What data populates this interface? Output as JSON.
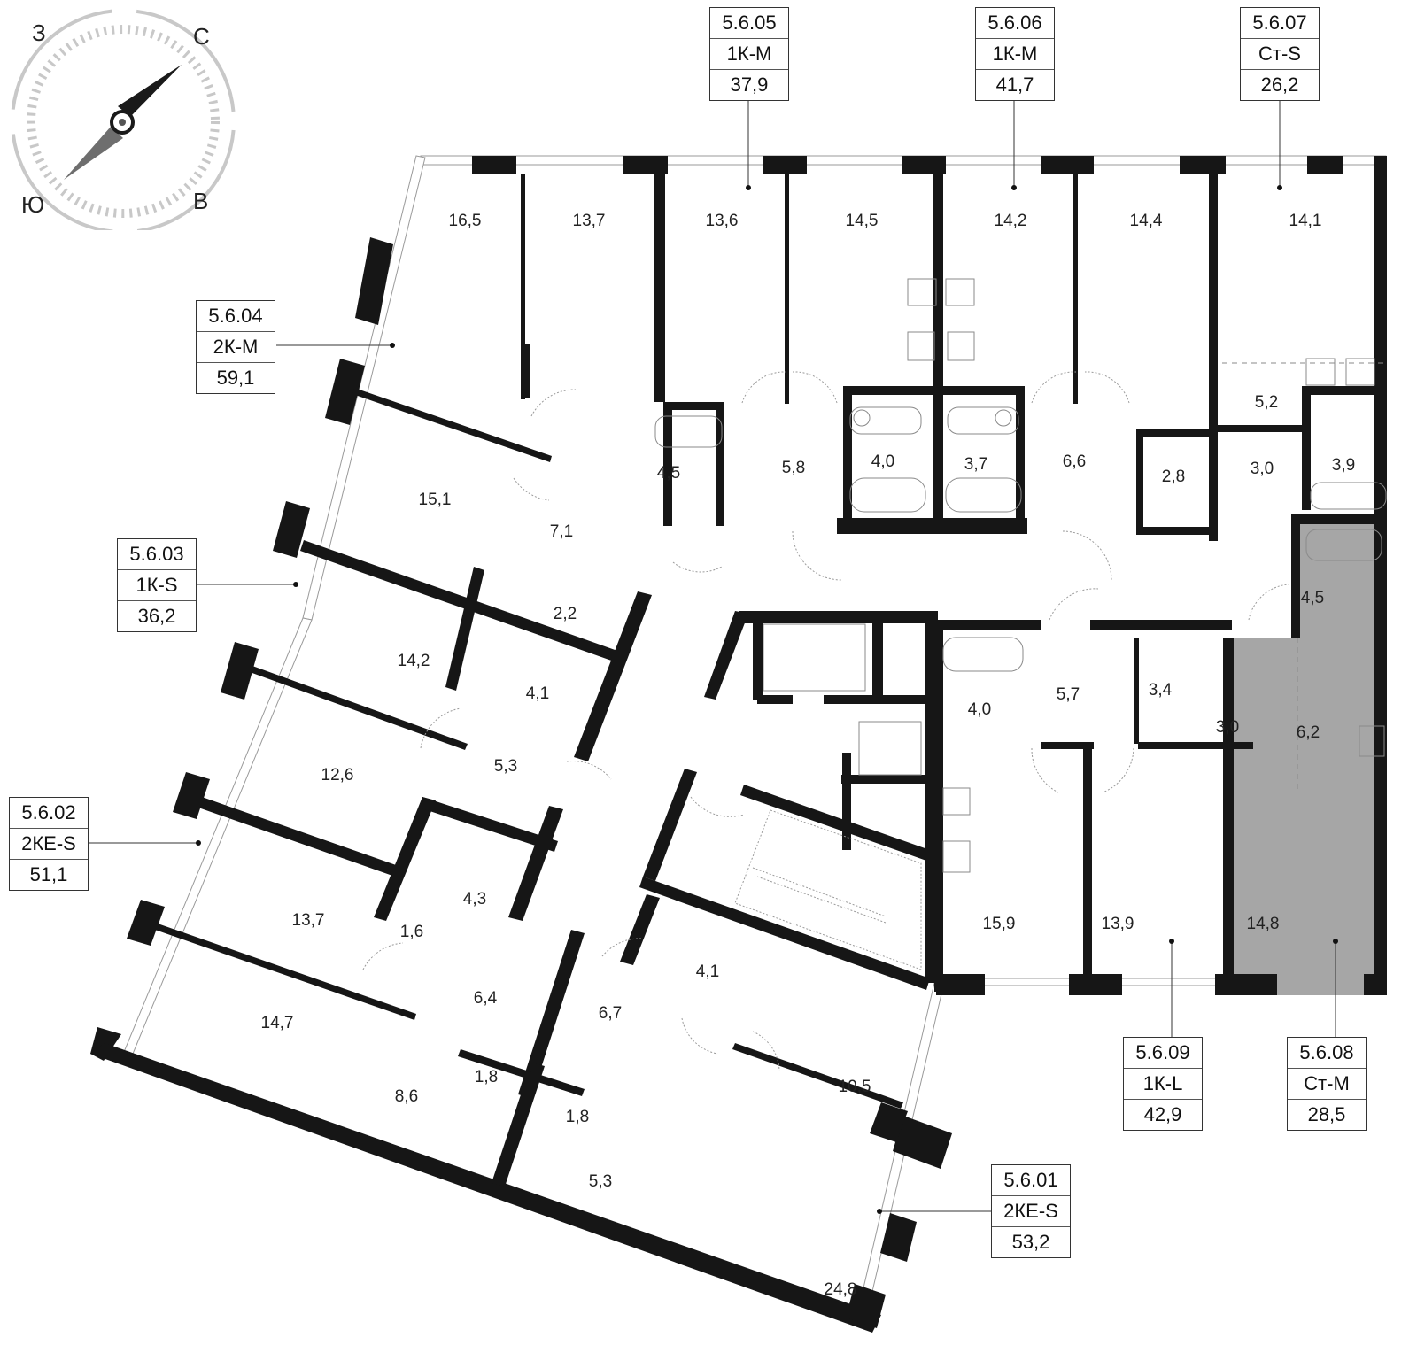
{
  "compass": {
    "north": "С",
    "west": "З",
    "south": "Ю",
    "east": "В",
    "needle_dark": "#1a1a1a",
    "needle_light": "#6e6e6e",
    "ring_color": "#c8c8c8"
  },
  "highlight_color": "#a6a6a6",
  "apartments": [
    {
      "id": "5.6.01",
      "type": "2КЕ-S",
      "area": "53,2"
    },
    {
      "id": "5.6.02",
      "type": "2КЕ-S",
      "area": "51,1"
    },
    {
      "id": "5.6.03",
      "type": "1К-S",
      "area": "36,2"
    },
    {
      "id": "5.6.04",
      "type": "2К-М",
      "area": "59,1"
    },
    {
      "id": "5.6.05",
      "type": "1К-М",
      "area": "37,9"
    },
    {
      "id": "5.6.06",
      "type": "1К-М",
      "area": "41,7"
    },
    {
      "id": "5.6.07",
      "type": "Ст-S",
      "area": "26,2"
    },
    {
      "id": "5.6.08",
      "type": "Ст-М",
      "area": "28,5"
    },
    {
      "id": "5.6.09",
      "type": "1К-L",
      "area": "42,9"
    }
  ],
  "rooms": [
    "16,5",
    "13,7",
    "13,6",
    "14,5",
    "14,2",
    "14,4",
    "14,1",
    "15,1",
    "7,1",
    "4,5",
    "5,8",
    "4,0",
    "3,7",
    "6,6",
    "2,8",
    "5,2",
    "3,0",
    "3,9",
    "2,2",
    "14,2",
    "4,1",
    "5,3",
    "12,6",
    "4,3",
    "1,6",
    "13,7",
    "6,4",
    "14,7",
    "6,7",
    "4,1",
    "1,8",
    "8,6",
    "1,8",
    "5,3",
    "10,5",
    "24,8",
    "4,5",
    "5,7",
    "4,0",
    "3,4",
    "3,0",
    "6,2",
    "15,9",
    "13,9",
    "14,8"
  ]
}
